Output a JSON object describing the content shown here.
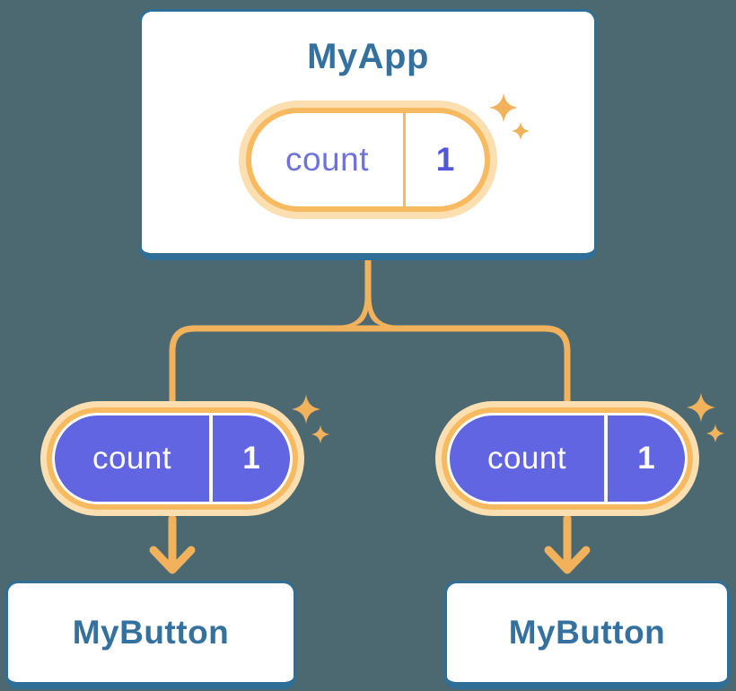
{
  "diagram": {
    "root": {
      "title": "MyApp",
      "state": {
        "name": "count",
        "value": "1"
      }
    },
    "children": [
      {
        "title": "MyButton",
        "prop": {
          "name": "count",
          "value": "1"
        }
      },
      {
        "title": "MyButton",
        "prop": {
          "name": "count",
          "value": "1"
        }
      }
    ],
    "icons": [
      "sparkle-icon"
    ],
    "colors": {
      "background": "#4C6972",
      "card_border": "#2F6E96",
      "card_fill": "#FFFFFF",
      "title_text": "#35719E",
      "connector": "#F2B15B",
      "pill_ring": "#F7BA61",
      "pill_glow": "#FBDFB1",
      "pill_fill_state": "#FFFFFF",
      "pill_fill_prop": "#6265E2",
      "state_text": "#6E73DC",
      "state_value": "#5257D9",
      "prop_text": "#FFFFFF"
    }
  }
}
